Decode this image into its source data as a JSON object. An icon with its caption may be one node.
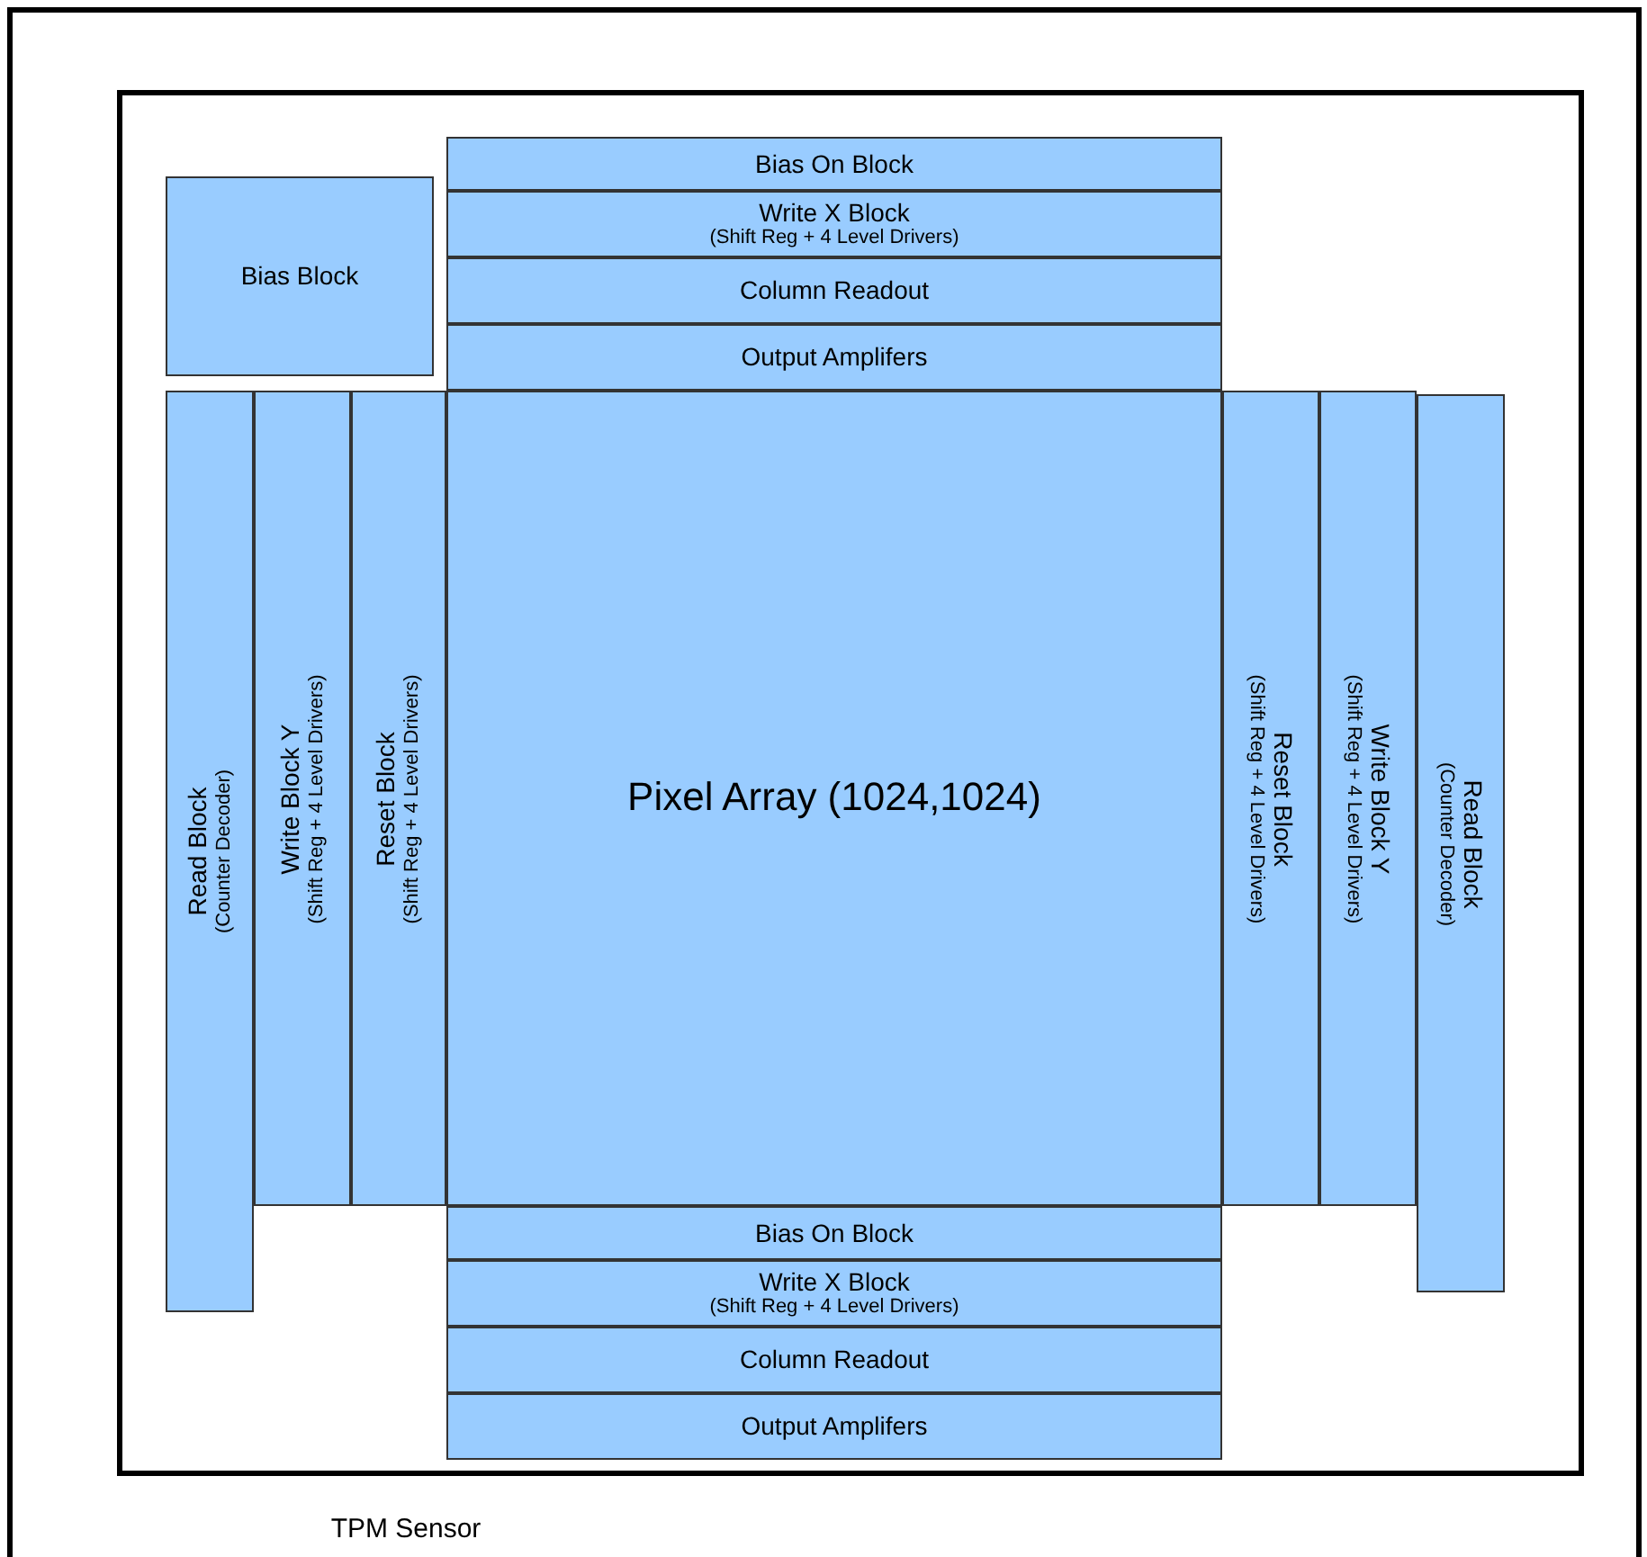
{
  "diagram": {
    "nodes": [
      {
        "text": [],
        "shape": "box",
        "beside": [
          "TPM Sensor"
        ]
      },
      {
        "text": [
          "Bias On Block"
        ],
        "in": 0
      },
      {
        "text": [
          "Bias Block"
        ],
        "in": 0
      },
      {
        "text": [
          "Write X Block",
          "(Shift Reg + 4 Level Drivers)"
        ],
        "in": 0
      },
      {
        "text": [
          "Column Readout"
        ],
        "in": 0
      },
      {
        "text": [
          "Output Amplifers"
        ],
        "in": 0
      },
      {
        "text": [
          "Read Block",
          "(Counter Decoder)"
        ],
        "in": 0
      },
      {
        "text": [
          "Write Block Y",
          "(Shift Reg + 4 Level Drivers)"
        ],
        "in": 0
      },
      {
        "text": [
          "Reset Block",
          "(Shift Reg + 4 Level Drivers)"
        ],
        "in": 0
      },
      {
        "text": [
          "Pixel Array (1024,1024)"
        ],
        "in": 0
      },
      {
        "text": [
          "Reset Block",
          "(Shift Reg + 4 Level Drivers)"
        ],
        "in": 0
      },
      {
        "text": [
          "Write Block Y",
          "(Shift Reg + 4 Level Drivers)"
        ],
        "in": 0
      },
      {
        "text": [
          "Read Block",
          "(Counter Decoder)"
        ],
        "in": 0
      },
      {
        "text": [
          "Bias On Block"
        ],
        "in": 0
      },
      {
        "text": [
          "Write X Block",
          "(Shift Reg + 4 Level Drivers)"
        ],
        "in": 0
      },
      {
        "text": [
          "Column Readout"
        ],
        "in": 0
      },
      {
        "text": [
          "Output Amplifers"
        ],
        "in": 0
      }
    ]
  }
}
